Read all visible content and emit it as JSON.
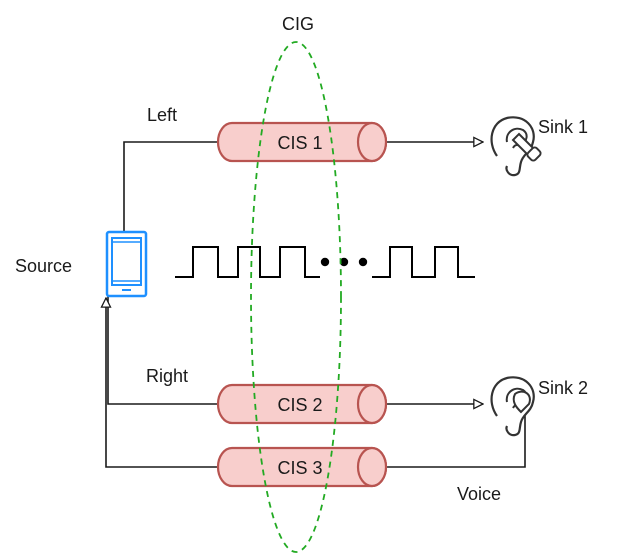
{
  "group_label": "CIG",
  "source_label": "Source",
  "streams": [
    {
      "label": "CIS 1"
    },
    {
      "label": "CIS 2"
    },
    {
      "label": "CIS 3"
    }
  ],
  "channel_labels": {
    "left": "Left",
    "right": "Right",
    "voice": "Voice"
  },
  "sinks": [
    {
      "label": "Sink 1"
    },
    {
      "label": "Sink 2"
    }
  ],
  "colors": {
    "tube_fill": "#f8cecc",
    "tube_stroke": "#b85450",
    "cig_ellipse": "#22aa22",
    "source_device": "#1e90ff"
  },
  "icons": {
    "sink": "hearing-icon",
    "source": "phone-icon"
  }
}
